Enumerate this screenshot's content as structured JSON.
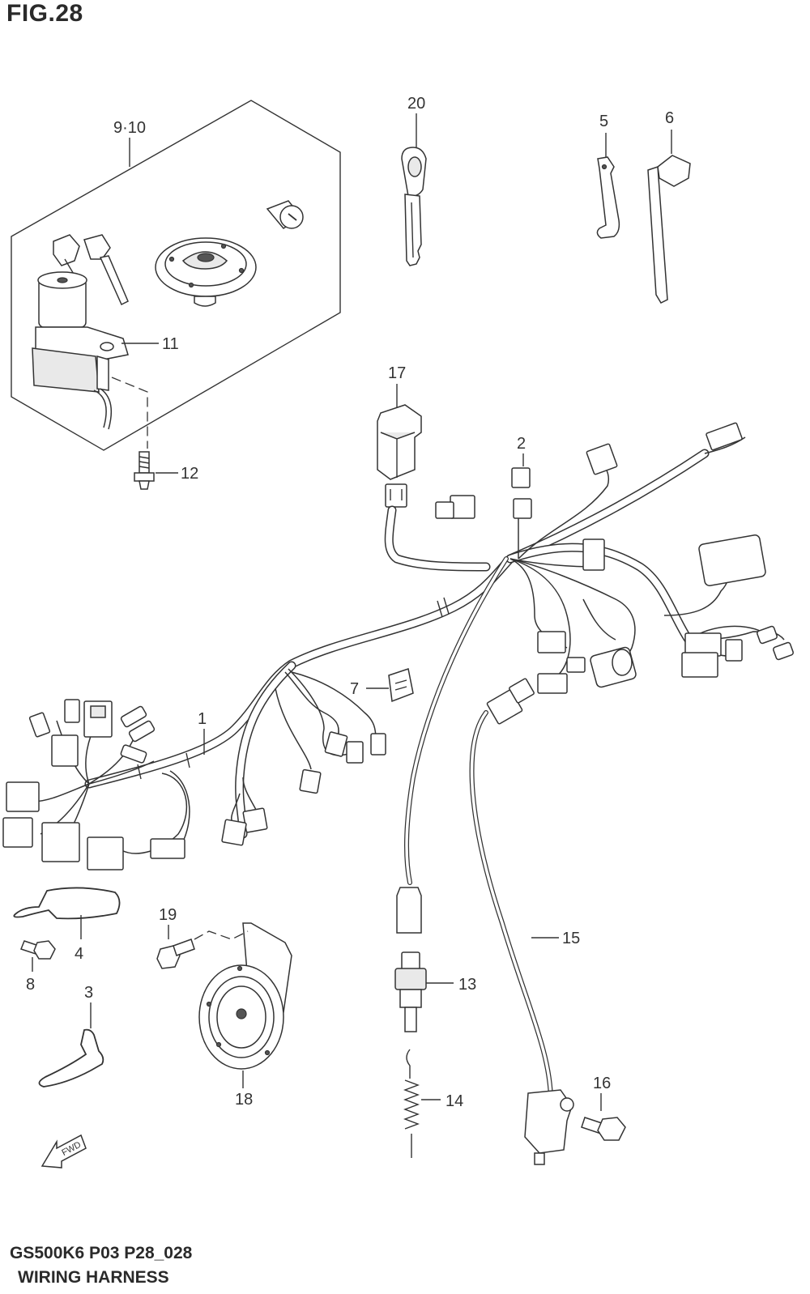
{
  "figure": {
    "title": "FIG.28",
    "code": "GS500K6 P03 P28_028",
    "name": "WIRING HARNESS"
  },
  "callouts": {
    "c1": "1",
    "c2": "2",
    "c3": "3",
    "c4": "4",
    "c5": "5",
    "c6": "6",
    "c7": "7",
    "c8": "8",
    "c9_10": "9·10",
    "c11": "11",
    "c12": "12",
    "c13": "13",
    "c14": "14",
    "c15": "15",
    "c16": "16",
    "c17": "17",
    "c18": "18",
    "c19": "19",
    "c20": "20"
  },
  "direction_arrow": {
    "label": "FWD"
  }
}
